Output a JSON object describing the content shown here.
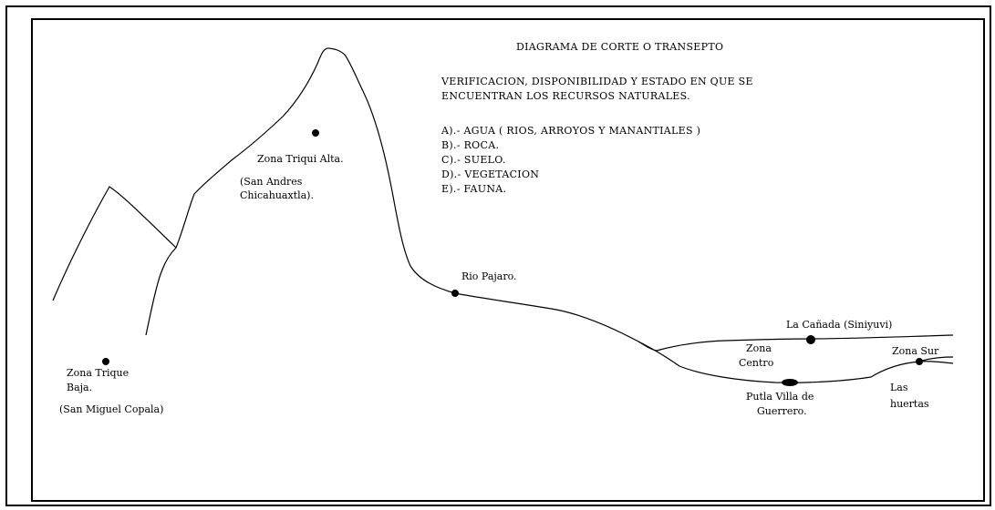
{
  "diagram": {
    "title": "DIAGRAMA DE CORTE O TRANSEPTO",
    "subtitle_line1": "VERIFICACION, DISPONIBILIDAD Y ESTADO EN QUE SE",
    "subtitle_line2": "ENCUENTRAN LOS RECURSOS NATURALES.",
    "resources": [
      "A).- AGUA ( RIOS, ARROYOS Y MANANTIALES )",
      "B).- ROCA.",
      "C).- SUELO.",
      "D).- VEGETACION",
      "E).- FAUNA."
    ],
    "places": {
      "zona_triqui_alta": {
        "line1": "Zona Triqui Alta.",
        "line2": "(San Andres",
        "line3": "Chicahuaxtla)."
      },
      "zona_trique_baja": {
        "line1": "Zona Trique",
        "line2": "Baja.",
        "line3": "(San Miguel Copala)"
      },
      "rio_pajaro": "Rio Pajaro.",
      "la_canada": "La Cañada  (Siniyuvi)",
      "zona_centro": {
        "line1": "Zona",
        "line2": "Centro"
      },
      "zona_sur": "Zona Sur",
      "putla": {
        "line1": "Putla Villa de",
        "line2": "Guerrero."
      },
      "las_huertas": {
        "line1": "Las",
        "line2": "huertas"
      }
    },
    "line_color": "#000000",
    "background_color": "#ffffff"
  }
}
